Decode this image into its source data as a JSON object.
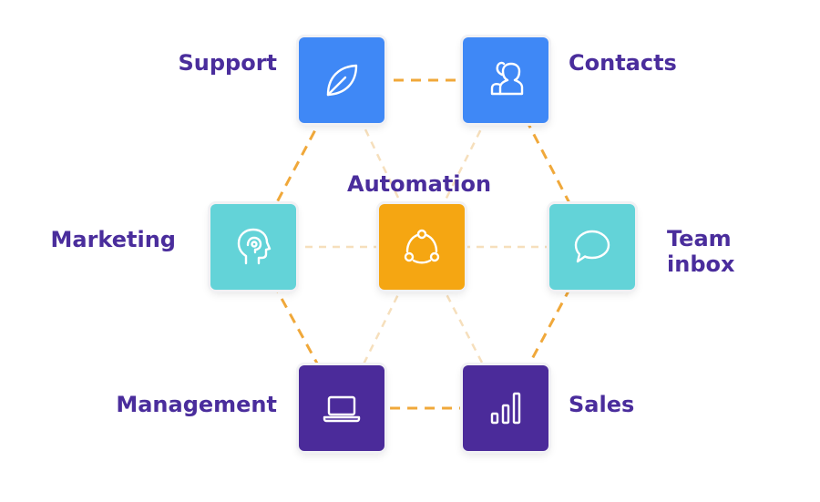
{
  "colors": {
    "blue": "#3f88f6",
    "teal": "#63d3d8",
    "orange": "#f5a612",
    "purple": "#4b2b9a",
    "text": "#4a2d9c",
    "ring": "#f0a83a",
    "spoke": "#f6dfbc"
  },
  "nodes": {
    "support": {
      "label": "Support",
      "icon": "leaf-icon"
    },
    "contacts": {
      "label": "Contacts",
      "icon": "users-icon"
    },
    "marketing": {
      "label": "Marketing",
      "icon": "head-profile-icon"
    },
    "automation": {
      "label": "Automation",
      "icon": "share-cycle-icon"
    },
    "team_inbox": {
      "label": "Team\ninbox",
      "icon": "chat-bubble-icon"
    },
    "management": {
      "label": "Management",
      "icon": "laptop-icon"
    },
    "sales": {
      "label": "Sales",
      "icon": "bar-chart-icon"
    }
  }
}
